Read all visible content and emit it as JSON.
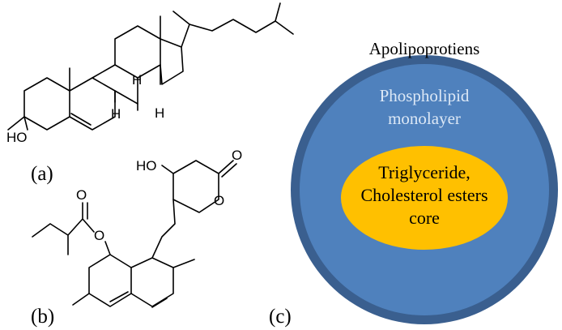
{
  "panels": {
    "a": "(a)",
    "b": "(b)",
    "c": "(c)"
  },
  "molecule_a": {
    "ho": "HO",
    "h1": "H",
    "h2": "H",
    "h3": "H"
  },
  "molecule_b": {
    "ho": "HO",
    "o_ring": "O",
    "o_carbonyl": "O",
    "o_ester": "O",
    "o_ester_link": "O"
  },
  "lipoprotein": {
    "outer_label": "Apolipoprotiens",
    "monolayer_line1": "Phospholipid",
    "monolayer_line2": "monolayer",
    "core_line1": "Triglyceride,",
    "core_line2": "Cholesterol esters",
    "core_line3": "core",
    "colors": {
      "outer": "#3a5f8f",
      "monolayer": "#4f81bd",
      "core": "#ffc000",
      "monolayer_text": "#dce8f6"
    }
  }
}
